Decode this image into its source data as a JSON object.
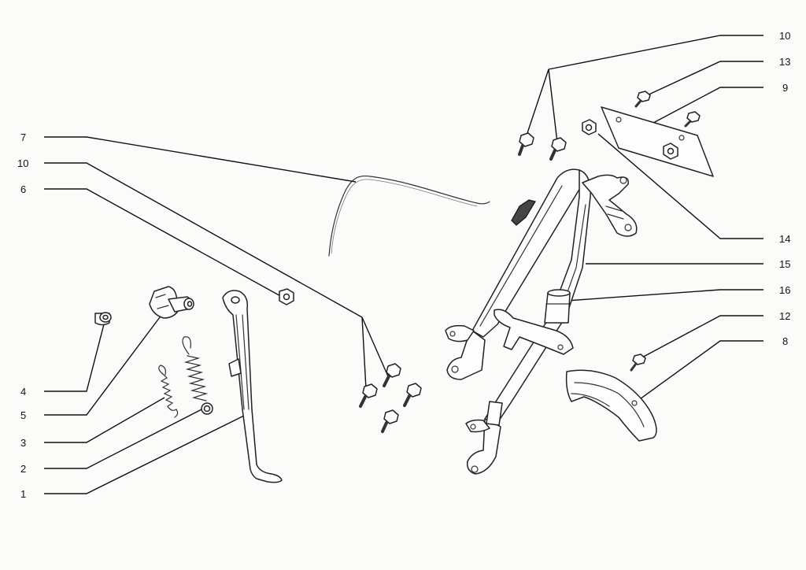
{
  "callouts": {
    "c1": "1",
    "c2": "2",
    "c3": "3",
    "c4": "4",
    "c5": "5",
    "c6": "6",
    "c7": "7",
    "c8": "8",
    "c9": "9",
    "c10_left": "10",
    "c10_right": "10",
    "c12": "12",
    "c13": "13",
    "c14": "14",
    "c15": "15",
    "c16": "16"
  },
  "colors": {
    "line": "#111111",
    "part_fill": "#fdfdfd",
    "background": "#fbfbf9"
  }
}
